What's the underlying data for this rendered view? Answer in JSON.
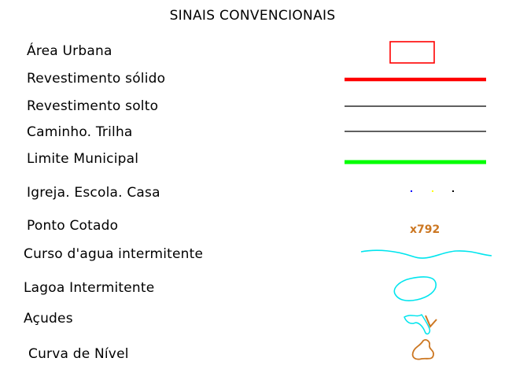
{
  "title": "SINAIS CONVENCIONAIS",
  "items": [
    {
      "label": "Área  Urbana",
      "symbol": "rectangle-outline",
      "color": "#ff0000"
    },
    {
      "label": "Revestimento  sólido",
      "symbol": "thick-line",
      "color": "#ff0000"
    },
    {
      "label": "Revestimento  solto",
      "symbol": "thin-line",
      "color": "#000000"
    },
    {
      "label": "Caminho.  Trilha",
      "symbol": "thin-line",
      "color": "#000000"
    },
    {
      "label": "Limite  Municipal",
      "symbol": "thick-line",
      "color": "#00ff00"
    },
    {
      "label": "Igreja.  Escola.  Casa",
      "symbol": "dots",
      "colors": [
        "#0000ff",
        "#ffff00",
        "#000000"
      ]
    },
    {
      "label": "Ponto  Cotado",
      "symbol": "spot-height",
      "value": "x792",
      "color": "#cc7722"
    },
    {
      "label": "Curso  d'agua  intermitente",
      "symbol": "wavy-line",
      "color": "#00e5ee"
    },
    {
      "label": "Lagoa  Intermitente",
      "symbol": "closed-loop",
      "color": "#00e5ee"
    },
    {
      "label": "Açudes",
      "symbol": "dam-shape",
      "colors": [
        "#00e5ee",
        "#cc7722"
      ]
    },
    {
      "label": "Curva  de  Nível",
      "symbol": "contour-shape",
      "color": "#cc7722"
    }
  ]
}
